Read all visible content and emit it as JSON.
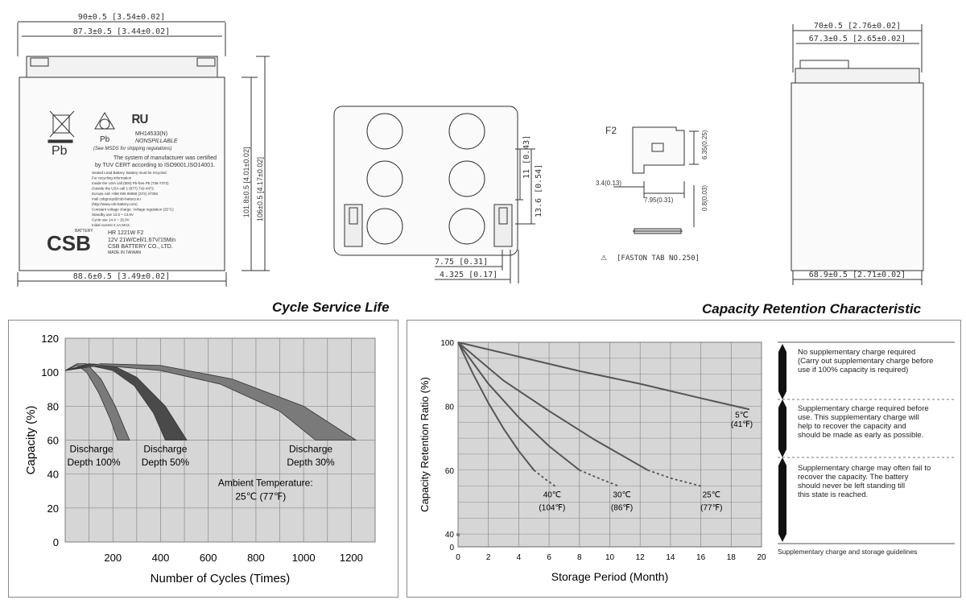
{
  "top": {
    "front": {
      "width_outer": "90±0.5 [3.54±0.02]",
      "width_inner": "87.3±0.5 [3.44±0.02]",
      "width_bottom": "88.6±0.5 [3.49±0.02]",
      "height_case": "101.8±0.5 [4.01±0.02]",
      "height_total": "106±0.5 [4.17±0.02]",
      "pb_label": "Pb",
      "pb_label2": "Pb",
      "ul_code": "MH14533(N)",
      "nonspillable": "NONSPILLABLE",
      "msds": "(See MSDS for shipping regulations)",
      "cert_line1": "The system of manufacturer was certified",
      "cert_line2": "by TUV CERT according to ISO9001,ISO14001.",
      "small_text": [
        "Sealed Lead Battery. Battery must be recycled.",
        "For recycling information",
        "Inside   the USA call (800) Pb-free Pb (736-7372)",
        "Outside the USA call 1 (877) 742-4472",
        "Europe call   +086 506 86858 (372) 47306",
        "mail    csbgroup@csb-battery.eu",
        "(http://www.csb-battery.com)",
        "Constant voltage charge. Voltage regulation (25°C)",
        "Standby use    13.5 ~ 13.8V",
        "Cycle use       14.4 ~ 15.0V",
        "Initial current  2.1A MAX."
      ],
      "brand": "CSB",
      "brand_sub": "BATTERY",
      "model": "HR 1221W F2",
      "spec": "12V 21W/Cell/1.67V/15Min",
      "company": "CSB BATTERY CO., LTD.",
      "origin": "MADE IN TAIWAN"
    },
    "topview": {
      "dim_11": "11 [0.43]",
      "dim_136": "13.6 [0.54]",
      "dim_775": "7.75 [0.31]",
      "dim_4325": "4.325 [0.17]"
    },
    "terminal": {
      "label": "F2",
      "dim_34": "3.4(0.13)",
      "dim_795": "7.95(0.31)",
      "dim_635": "6.35(0.25)",
      "dim_08": "0.8(0.03)",
      "faston": "[FASTON TAB NO.250]"
    },
    "side": {
      "width_outer": "70±0.5 [2.76±0.02]",
      "width_inner": "67.3±0.5 [2.65±0.02]",
      "width_bottom": "68.9±0.5 [2.71±0.02]"
    }
  },
  "titles": {
    "cycle": "Cycle Service Life",
    "capacity": "Capacity Retention Characteristic"
  },
  "notes": {
    "items": [
      "No supplementary charge required (Carry out supplementary charge before use if 100% capacity is required)",
      "Supplementary charge required before use. This supplementary charge will help to recover the capacity and should be made as early as possible.",
      "Supplementary charge may often fail to recover the capacity. The battery should never be left standing till this state is reached."
    ],
    "footer": "Supplementary charge and storage guidelines"
  },
  "colors": {
    "plot_bg": "#d6d6d6",
    "grid": "#8a8a8a",
    "band_fill": "#7a7a7a",
    "band_dark": "#4a4a4a",
    "curve": "#555555"
  },
  "chart_data": [
    {
      "type": "area",
      "title": "Cycle Service Life",
      "xlabel": "Number of Cycles (Times)",
      "ylabel": "Capacity (%)",
      "xlim": [
        0,
        1300
      ],
      "ylim": [
        0,
        120
      ],
      "xticks": [
        200,
        400,
        600,
        800,
        1000,
        1200
      ],
      "yticks": [
        0,
        20,
        40,
        60,
        80,
        100,
        120
      ],
      "grid": true,
      "series": [
        {
          "name": "Discharge Depth 100%",
          "upper": [
            [
              0,
              101
            ],
            [
              50,
              105
            ],
            [
              90,
              105
            ],
            [
              150,
              96
            ],
            [
              210,
              80
            ],
            [
              270,
              60
            ]
          ],
          "lower": [
            [
              0,
              101
            ],
            [
              50,
              104
            ],
            [
              90,
              100
            ],
            [
              140,
              88
            ],
            [
              190,
              72
            ],
            [
              220,
              60
            ]
          ]
        },
        {
          "name": "Discharge Depth 50%",
          "upper": [
            [
              0,
              101
            ],
            [
              100,
              105
            ],
            [
              200,
              104
            ],
            [
              300,
              97
            ],
            [
              420,
              80
            ],
            [
              510,
              60
            ]
          ],
          "lower": [
            [
              0,
              101
            ],
            [
              100,
              104
            ],
            [
              200,
              101
            ],
            [
              290,
              92
            ],
            [
              370,
              76
            ],
            [
              420,
              60
            ]
          ]
        },
        {
          "name": "Discharge Depth 30%",
          "upper": [
            [
              0,
              101
            ],
            [
              150,
              105
            ],
            [
              400,
              104
            ],
            [
              700,
              96
            ],
            [
              1000,
              80
            ],
            [
              1220,
              60
            ]
          ],
          "lower": [
            [
              0,
              101
            ],
            [
              150,
              104
            ],
            [
              400,
              101
            ],
            [
              650,
              93
            ],
            [
              900,
              77
            ],
            [
              1050,
              60
            ]
          ]
        }
      ],
      "labels": [
        {
          "text": "Discharge",
          "x": 110,
          "y": 53
        },
        {
          "text": "Depth 100%",
          "x": 120,
          "y": 45
        },
        {
          "text": "Discharge",
          "x": 420,
          "y": 53
        },
        {
          "text": "Depth 50%",
          "x": 420,
          "y": 45
        },
        {
          "text": "Discharge",
          "x": 1030,
          "y": 53
        },
        {
          "text": "Depth 30%",
          "x": 1030,
          "y": 45
        },
        {
          "text": "Ambient Temperature:",
          "x": 840,
          "y": 33
        },
        {
          "text": "25℃ (77℉)",
          "x": 820,
          "y": 25
        }
      ]
    },
    {
      "type": "line",
      "title": "Capacity Retention Characteristic",
      "xlabel": "Storage Period (Month)",
      "ylabel": "Capacity Retention Ratio (%)",
      "xlim": [
        0,
        20
      ],
      "ylim": [
        36,
        100
      ],
      "xticks": [
        0,
        2,
        4,
        6,
        8,
        10,
        12,
        14,
        16,
        18,
        20
      ],
      "yticks": [
        40,
        60,
        80,
        100
      ],
      "grid": true,
      "series": [
        {
          "name": "5℃ (41℉)",
          "x": [
            0,
            4,
            8,
            12,
            16,
            19.2
          ],
          "y": [
            100,
            95.5,
            91,
            87,
            82.5,
            79
          ]
        },
        {
          "name": "25℃ (77℉)",
          "x": [
            0,
            3,
            6,
            9,
            12.5
          ],
          "y": [
            100,
            88,
            78.5,
            69.5,
            60
          ],
          "dashed_x": [
            12.5,
            14,
            16
          ],
          "dashed_y": [
            60,
            57.5,
            55
          ]
        },
        {
          "name": "30℃ (86℉)",
          "x": [
            0,
            2,
            4,
            6,
            8
          ],
          "y": [
            100,
            87,
            76.5,
            67.5,
            60
          ],
          "dashed_x": [
            8,
            9.5,
            10.6
          ],
          "dashed_y": [
            60,
            57,
            55
          ]
        },
        {
          "name": "40℃ (104℉)",
          "x": [
            0,
            1,
            2,
            3,
            4,
            5
          ],
          "y": [
            100,
            90,
            81,
            73,
            66,
            60
          ],
          "dashed_x": [
            5,
            5.8,
            6.4
          ],
          "dashed_y": [
            60,
            57,
            55
          ]
        }
      ],
      "labels": [
        {
          "text": "5℃",
          "x": 18.7,
          "y": 76.5
        },
        {
          "text": "(41℉)",
          "x": 18.7,
          "y": 73.5
        },
        {
          "text": "40℃",
          "x": 6.2,
          "y": 51.5
        },
        {
          "text": "(104℉)",
          "x": 6.2,
          "y": 47.5
        },
        {
          "text": "30℃",
          "x": 10.8,
          "y": 51.5
        },
        {
          "text": "(86℉)",
          "x": 10.8,
          "y": 47.5
        },
        {
          "text": "25℃",
          "x": 16.7,
          "y": 51.5
        },
        {
          "text": "(77℉)",
          "x": 16.7,
          "y": 47.5
        }
      ]
    }
  ]
}
